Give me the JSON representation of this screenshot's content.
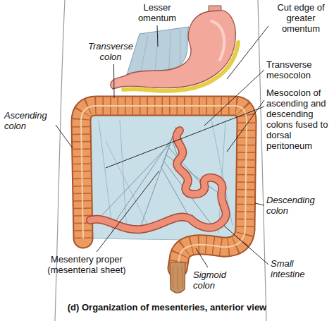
{
  "diagram": {
    "caption": "(d) Organization of mesenteries, anterior view",
    "labels": [
      "Lesser omentum",
      "Cut edge of greater omentum",
      "Transverse colon",
      "Transverse mesocolon",
      "Ascending colon",
      "Mesocolon of ascending and descending colons fused to dorsal peritoneum",
      "Descending colon",
      "Mesentery proper (mesenterial sheet)",
      "Small intestine",
      "Sigmoid colon"
    ]
  }
}
